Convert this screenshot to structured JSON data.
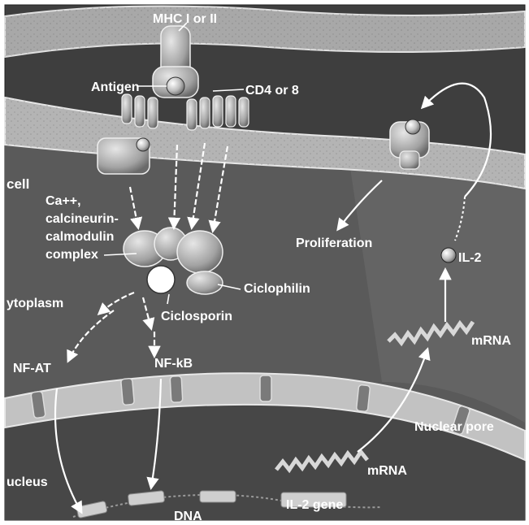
{
  "labels": {
    "mhc": "MHC I or II",
    "antigen": "Antigen",
    "cd": "CD4 or 8",
    "cell": "cell",
    "ca_line1": "Ca++,",
    "ca_line2": "calcineurin-",
    "ca_line3": "calmodulin",
    "ca_line4": "complex",
    "ciclophilin": "Ciclophilin",
    "cytoplasm": "ytoplasm",
    "ciclosporin": "Ciclosporin",
    "nfat": "NF-AT",
    "nfkb": "NF-kB",
    "proliferation": "Proliferation",
    "il2": "IL-2",
    "mrna_top": "mRNA",
    "nuclear_pore": "Nuclear pore",
    "mrna_bottom": "mRNA",
    "nucleus": "ucleus",
    "dna": "DNA",
    "il2_gene": "IL-2 gene"
  },
  "colors": {
    "cytoplasm": "#5a5a5a",
    "membrane": "#b4b4b4",
    "extracellular": "#3e3e3e",
    "nucleus": "#4a4a4a",
    "label_white": "#ffffff",
    "label_dark": "#1a1a1a"
  }
}
